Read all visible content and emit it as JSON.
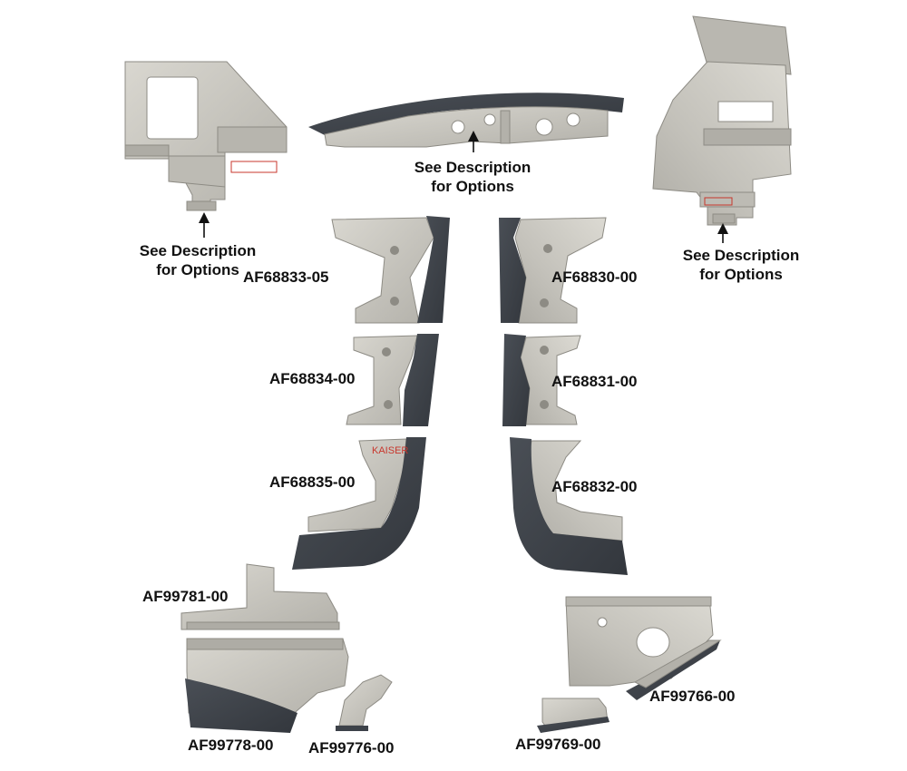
{
  "colors": {
    "metal": "#c9c7c0",
    "metal_dark": "#a9a79f",
    "metal_edge": "#8d8b84",
    "seal": "#3d4249",
    "seal_light": "#5a5f66",
    "background": "#ffffff",
    "text": "#111111",
    "marking_red": "#c8372d"
  },
  "callouts": {
    "top_left": {
      "line1": "See Description",
      "line2": "for Options"
    },
    "top_center": {
      "line1": "See Description",
      "line2": "for Options"
    },
    "top_right": {
      "line1": "See Description",
      "line2": "for Options"
    }
  },
  "part_labels": {
    "AF68833_05": "AF68833-05",
    "AF68830_00": "AF68830-00",
    "AF68834_00": "AF68834-00",
    "AF68831_00": "AF68831-00",
    "AF68835_00": "AF68835-00",
    "AF68832_00": "AF68832-00",
    "AF99781_00": "AF99781-00",
    "AF99766_00": "AF99766-00",
    "AF99778_00": "AF99778-00",
    "AF99776_00": "AF99776-00",
    "AF99769_00": "AF99769-00"
  }
}
